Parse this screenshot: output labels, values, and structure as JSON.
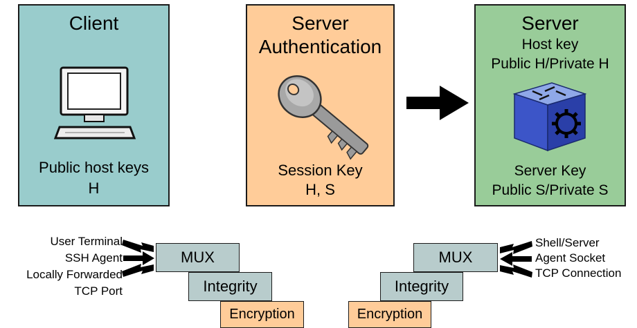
{
  "colors": {
    "client": "#99cccc",
    "auth": "#ffcc99",
    "server": "#99cc99",
    "mux": "#b8cccc",
    "integrity": "#b8cccc",
    "encryption": "#ffcc99"
  },
  "client": {
    "title": "Client",
    "keys_line1": "Public host keys",
    "keys_line2": "H"
  },
  "auth": {
    "title_line1": "Server",
    "title_line2": "Authentication",
    "session_line1": "Session Key",
    "session_line2": "H, S"
  },
  "server": {
    "title": "Server",
    "host_key_line1": "Host key",
    "host_key_line2": "Public H/Private H",
    "server_key_line1": "Server Key",
    "server_key_line2": "Public S/Private S"
  },
  "stack_left": {
    "mux": "MUX",
    "integrity": "Integrity",
    "encryption": "Encryption",
    "inputs": [
      "User Terminal",
      "SSH Agent",
      "Locally Forwarded"
    ],
    "inputs_extra_line": "TCP Port"
  },
  "stack_right": {
    "mux": "MUX",
    "integrity": "Integrity",
    "encryption": "Encryption",
    "inputs": [
      "Shell/Server",
      "Agent Socket",
      "TCP Connection"
    ]
  }
}
